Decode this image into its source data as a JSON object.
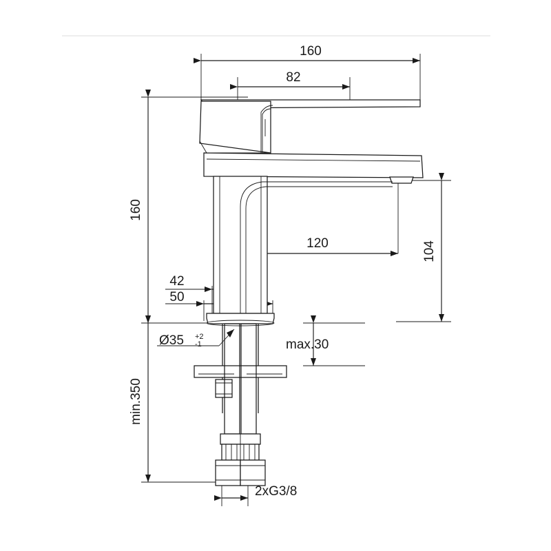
{
  "drawing": {
    "title": "Basin mixer tap technical dimension drawing",
    "units": "mm",
    "line_color": "#1a1a1a",
    "background": "#ffffff",
    "header_rule_color": "#eeeeee"
  },
  "dimensions": {
    "overall_width": "160",
    "handle_width": "82",
    "overall_height": "160",
    "spout_projection": "120",
    "spout_height": "104",
    "base_depth_inner": "42",
    "base_depth_outer": "50",
    "hole_diameter": "Ø35",
    "hole_tol_upper": "+2",
    "hole_tol_lower": "-1",
    "max_thickness": "max.30",
    "min_length": "min.350",
    "thread": "2xG3/8"
  },
  "labels": [
    {
      "name": "overall-width",
      "text": "160"
    },
    {
      "name": "handle-width",
      "text": "82"
    },
    {
      "name": "overall-height",
      "text": "160"
    },
    {
      "name": "spout-projection",
      "text": "120"
    },
    {
      "name": "spout-height",
      "text": "104"
    },
    {
      "name": "base-inner",
      "text": "42"
    },
    {
      "name": "base-outer",
      "text": "50"
    },
    {
      "name": "hole-diameter",
      "text": "Ø35"
    },
    {
      "name": "tolerance-upper",
      "text": "+2"
    },
    {
      "name": "tolerance-lower",
      "text": "-1"
    },
    {
      "name": "max-counter-thickness",
      "text": "max.30"
    },
    {
      "name": "min-hose-length",
      "text": "min.350"
    },
    {
      "name": "supply-thread",
      "text": "2xG3/8"
    }
  ]
}
